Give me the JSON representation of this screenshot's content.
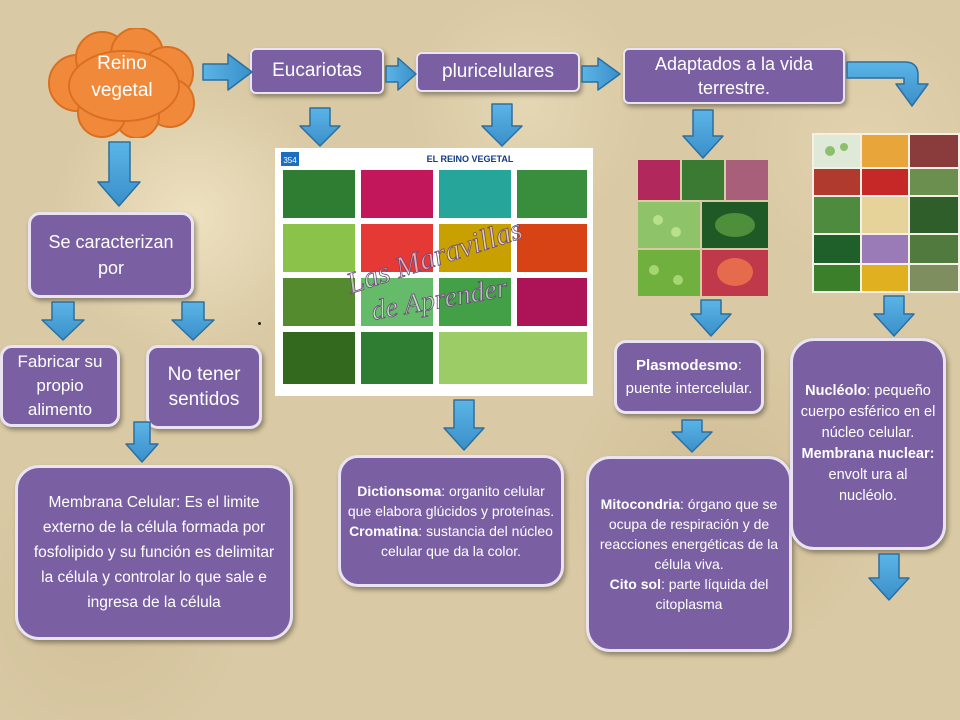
{
  "colors": {
    "box": "#7b5fa3",
    "arrow": "#4aa3d9",
    "cloud": "#f08a3a"
  },
  "cloud": {
    "line1": "Reino",
    "line2": "vegetal"
  },
  "top_row": {
    "eucariotas": "Eucariotas",
    "pluricelulares": "pluricelulares",
    "adaptados": "Adaptados a la vida terrestre."
  },
  "left": {
    "caracterizan": "Se caracterizan por",
    "fabricar": "Fabricar su propio alimento",
    "no_sentidos": "No tener sentidos",
    "membrana": "Membrana Celular: Es el limite externo de la célula formada por fosfolipido y su función es delimitar la célula y controlar lo que sale e ingresa de la célula"
  },
  "center": {
    "poster": {
      "number": "354",
      "title": "EL REINO VEGETAL",
      "watermark1": "Las Maravillas",
      "watermark2": "de Aprender"
    },
    "dictionsoma_term": "Dictionsoma",
    "dictionsoma_text": ": organito celular que elabora glúcidos y proteínas.",
    "cromatina_term": "Cromatina",
    "cromatina_text": ": sustancia del núcleo celular que da la color."
  },
  "right": {
    "plasmodesmo_term": "Plasmodesmo",
    "plasmodesmo_text": ": puente intercelular.",
    "mitocondria_term": "Mitocondria",
    "mitocondria_text": ": órgano que se ocupa de respiración y de reacciones energéticas de la célula viva.",
    "citosol_term": "Cito sol",
    "citosol_text": ": parte líquida del citoplasma",
    "nucleolo_term": "Nucléolo",
    "nucleolo_text": ": pequeño cuerpo esférico en el núcleo celular.",
    "membrana_nuclear_term": "Membrana nuclear:",
    "membrana_nuclear_text": " envolt ura al nucléolo."
  }
}
